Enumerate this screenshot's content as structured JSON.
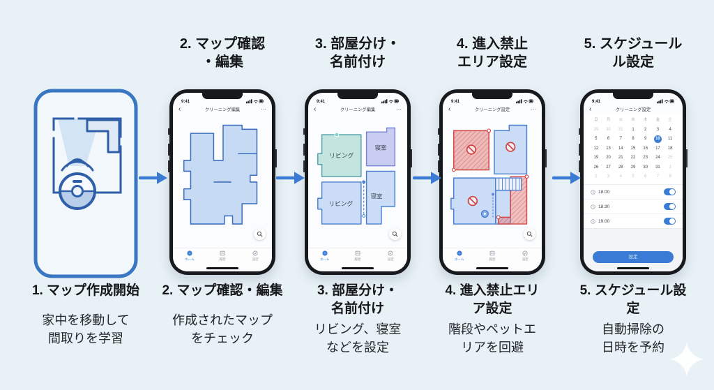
{
  "page": {
    "background": "#e8f1f6",
    "colors": {
      "accent_blue": "#3b7bd4",
      "map_blue_fill": "#c7daf3",
      "map_blue_stroke": "#3f6fc1",
      "no_go_red": "#d24848",
      "room_teal": "#c3e4df",
      "room_lavender": "#c8cdf1",
      "toggle_blue": "#3a7bd5"
    },
    "arrow_symbol": "→"
  },
  "steps": {
    "s1": {
      "caption_title_lines": [
        "1. マップ作成開始"
      ],
      "caption_body_lines": [
        "家中を移動して",
        "間取りを学習"
      ]
    },
    "s2": {
      "header_lines": [
        "2. マップ確認",
        "・編集"
      ],
      "caption_title_lines": [
        "2. マップ確認・編集"
      ],
      "caption_body_lines": [
        "作成されたマップ",
        "をチェック"
      ]
    },
    "s3": {
      "header_lines": [
        "3. 部屋分け・",
        "名前付け"
      ],
      "caption_title_lines": [
        "3. 部屋分け・",
        "名前付け"
      ],
      "caption_body_lines": [
        "リビング、寝室",
        "などを設定"
      ]
    },
    "s4": {
      "header_lines": [
        "4. 進入禁止",
        "エリア設定"
      ],
      "caption_title_lines": [
        "4. 進入禁止エリ",
        "ア設定"
      ],
      "caption_body_lines": [
        "階段やペットエ",
        "リアを回避"
      ]
    },
    "s5": {
      "header_lines": [
        "5. スケジュール",
        "ル設定"
      ],
      "caption_title_lines": [
        "5. スケジュール設",
        "定"
      ],
      "caption_body_lines": [
        "自動掃除の",
        "日時を予約"
      ]
    }
  },
  "phone_common": {
    "status_time": "9:41",
    "back_chevron": "‹",
    "more_ellipsis": "⋯"
  },
  "tabbar": {
    "tabs": [
      {
        "label": "ホーム",
        "active": true
      },
      {
        "label": "履歴",
        "active": false
      },
      {
        "label": "設定",
        "active": false
      }
    ]
  },
  "phones": {
    "p2": {
      "nav_title": "クリーニング編集"
    },
    "p3": {
      "nav_title": "クリーニング編集",
      "rooms": {
        "top_left": "リビング",
        "top_right": "寝室",
        "bottom_left": "リビング",
        "bottom_right": "寝室"
      }
    },
    "p4": {
      "nav_title": "クリーニング設定"
    },
    "p5": {
      "nav_title": "クリーニング設定",
      "calendar": {
        "day_headers": [
          "日",
          "月",
          "火",
          "水",
          "木",
          "金",
          "土"
        ],
        "weeks": [
          [
            {
              "d": "29",
              "muted": true
            },
            {
              "d": "30",
              "muted": true
            },
            {
              "d": "31",
              "muted": true
            },
            {
              "d": "1"
            },
            {
              "d": "2"
            },
            {
              "d": "3"
            },
            {
              "d": "4"
            }
          ],
          [
            {
              "d": "5"
            },
            {
              "d": "6"
            },
            {
              "d": "7"
            },
            {
              "d": "8"
            },
            {
              "d": "9"
            },
            {
              "d": "10",
              "selected": true
            },
            {
              "d": "11"
            }
          ],
          [
            {
              "d": "12"
            },
            {
              "d": "13"
            },
            {
              "d": "14"
            },
            {
              "d": "15"
            },
            {
              "d": "16"
            },
            {
              "d": "17"
            },
            {
              "d": "18"
            }
          ],
          [
            {
              "d": "19"
            },
            {
              "d": "20"
            },
            {
              "d": "21"
            },
            {
              "d": "22"
            },
            {
              "d": "23"
            },
            {
              "d": "24"
            },
            {
              "d": "25",
              "muted": true
            }
          ],
          [
            {
              "d": "26"
            },
            {
              "d": "27"
            },
            {
              "d": "28"
            },
            {
              "d": "29"
            },
            {
              "d": "30"
            },
            {
              "d": "31"
            },
            {
              "d": "1",
              "muted": true
            }
          ],
          [
            {
              "d": "2",
              "muted": true
            },
            {
              "d": "3",
              "muted": true
            },
            {
              "d": "4",
              "muted": true
            },
            {
              "d": "5",
              "muted": true
            },
            {
              "d": "6",
              "muted": true
            },
            {
              "d": "7",
              "muted": true
            },
            {
              "d": "8",
              "muted": true
            }
          ]
        ]
      },
      "schedules": [
        {
          "time": "18:00",
          "enabled": true
        },
        {
          "time": "18:30",
          "enabled": true
        },
        {
          "time": "19:00",
          "enabled": true
        }
      ],
      "confirm_button": "設定"
    }
  }
}
